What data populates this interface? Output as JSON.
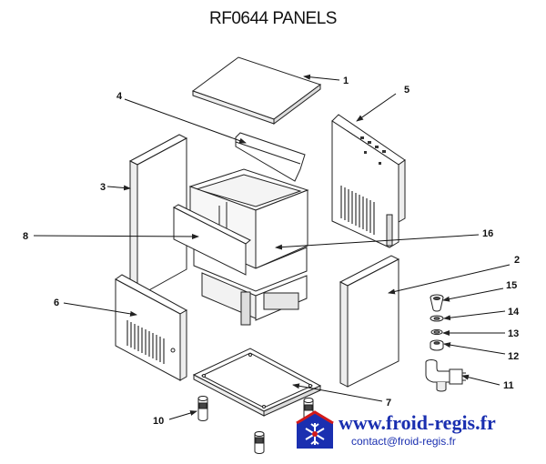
{
  "title": "RF0644 PANELS",
  "callouts": [
    "1",
    "2",
    "3",
    "4",
    "5",
    "6",
    "7",
    "8",
    "10",
    "11",
    "12",
    "13",
    "14",
    "15",
    "16"
  ],
  "website": {
    "url": "www.froid-regis.fr",
    "contact": "contact@froid-regis.fr"
  },
  "colors": {
    "line": "#222222",
    "panel_fill": "#ffffff",
    "grille": "#333333",
    "brand_blue": "#1a2fb0",
    "logo_red": "#d21a1a"
  },
  "icons": [
    "snowflake-logo-icon"
  ]
}
